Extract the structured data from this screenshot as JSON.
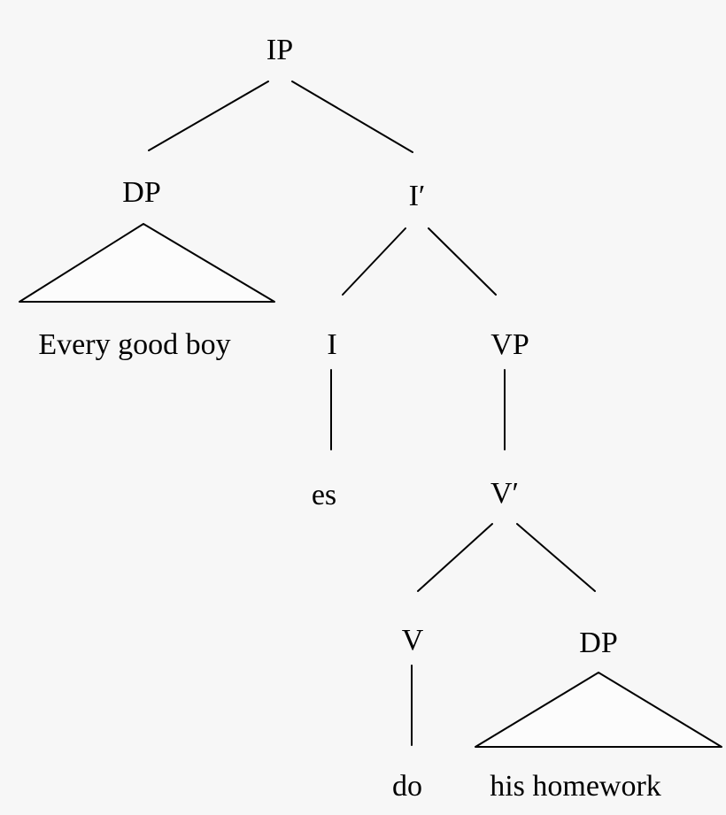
{
  "diagram": {
    "type": "syntax-tree",
    "colors": {
      "background": "#f7f7f7",
      "line": "#000000",
      "text": "#000000",
      "triangle_fill": "#fcfcfc"
    },
    "nodes": {
      "ip": "IP",
      "dp_subject": "DP",
      "i_bar": "I′",
      "i": "I",
      "vp": "VP",
      "v_bar": "V′",
      "v": "V",
      "dp_object": "DP",
      "subject_phrase": "Every good boy",
      "infl": "es",
      "verb": "do",
      "object_phrase": "his homework"
    }
  }
}
